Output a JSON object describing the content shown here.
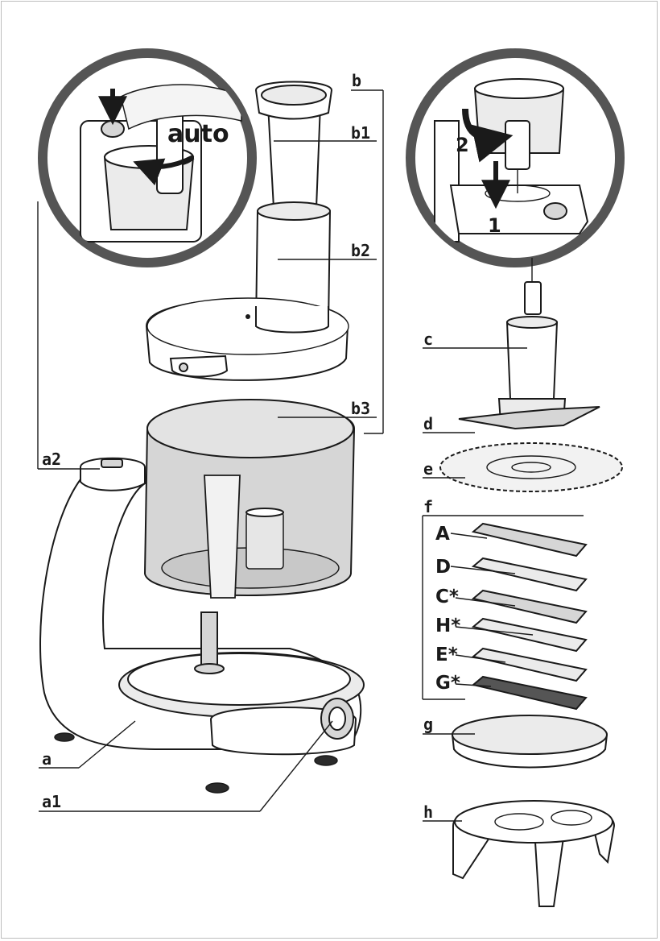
{
  "labels": {
    "a": "a",
    "a1": "a1",
    "a2": "a2",
    "b": "b",
    "b1": "b1",
    "b2": "b2",
    "b3": "b3",
    "c": "c",
    "d": "d",
    "e": "e",
    "f": "f",
    "g": "g",
    "h": "h",
    "discA": "A",
    "discD": "D",
    "discC": "C*",
    "discH": "H*",
    "discE": "E*",
    "discG": "G*"
  },
  "inset_left": {
    "text": "auto"
  },
  "inset_right": {
    "step1": "1",
    "step2": "2"
  },
  "colors": {
    "line": "#1a1a1a",
    "bowl": "#d6d6d6",
    "background": "#ffffff"
  }
}
